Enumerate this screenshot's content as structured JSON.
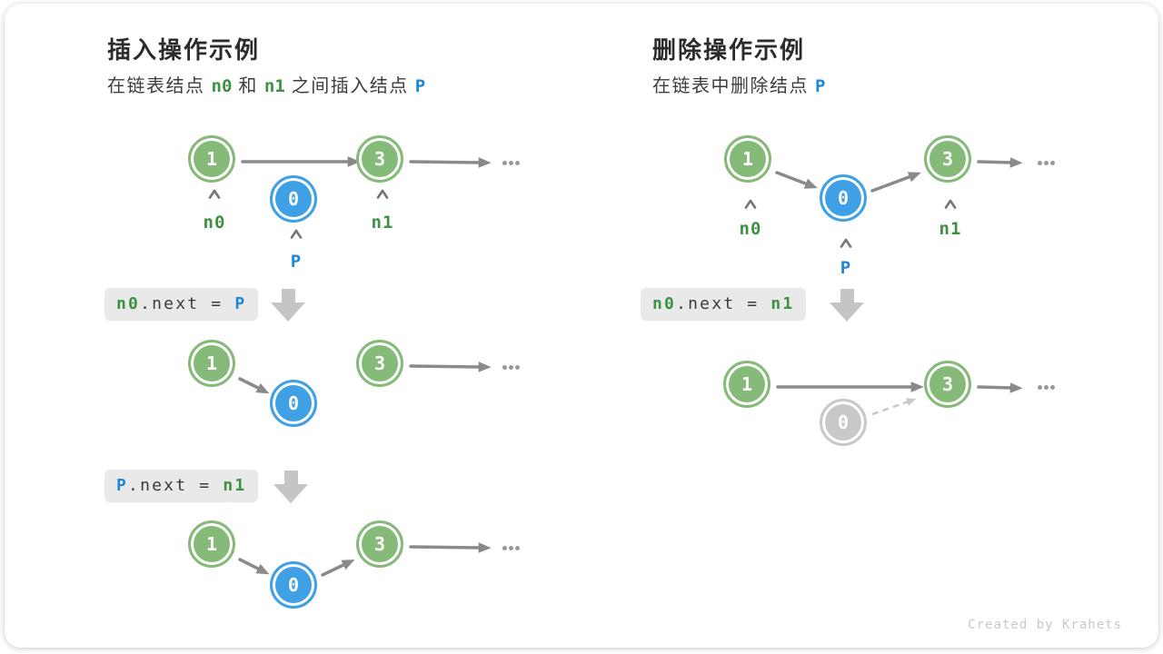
{
  "insert": {
    "title": "插入操作示例",
    "subtitle": {
      "part1": "在链表结点",
      "n0": "n0",
      "part2": "和",
      "n1": "n1",
      "part3": "之间插入结点",
      "p": "P"
    },
    "labels": {
      "n0": "n0",
      "n1": "n1",
      "p": "P"
    },
    "code_step1": {
      "lhs": "n0",
      "mid": ".next = ",
      "rhs": "P"
    },
    "code_step2": {
      "lhs": "P",
      "mid": ".next = ",
      "rhs": "n1"
    }
  },
  "delete": {
    "title": "删除操作示例",
    "subtitle": {
      "part1": "在链表中删除结点",
      "p": "P"
    },
    "labels": {
      "n0": "n0",
      "n1": "n1",
      "p": "P"
    },
    "code_step1": {
      "lhs": "n0",
      "mid": ".next = ",
      "rhs": "n1"
    }
  },
  "nodes": {
    "first": "1",
    "inserted": "0",
    "third": "3"
  },
  "credit": "Created by Krahets",
  "colors": {
    "node_green": "#86ba78",
    "node_blue": "#40a0e6",
    "node_gray": "#c8c8c8",
    "text_green": "#3e9142",
    "text_blue": "#1e88d8",
    "arrow_gray": "#8a8a8a",
    "dashed_gray": "#c9c9c9",
    "code_box_bg": "#e9e9e9",
    "block_arrow": "#c5c5c5"
  }
}
